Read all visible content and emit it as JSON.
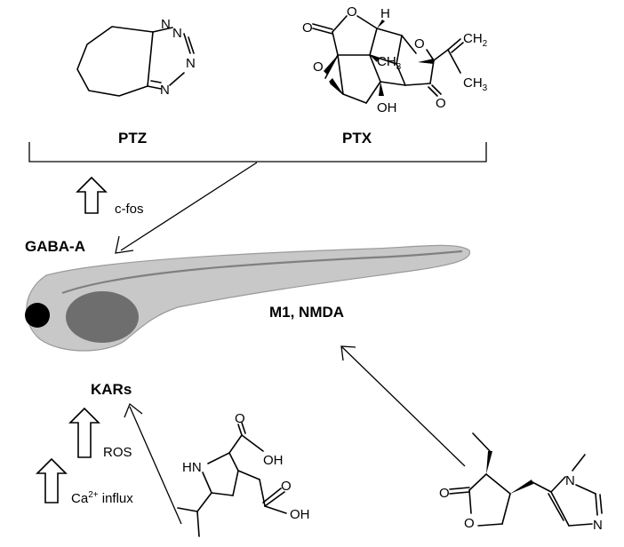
{
  "labels": {
    "ptz": "PTZ",
    "ptx": "PTX",
    "gaba_a": "GABA-A",
    "c_fos": "c-fos",
    "m1_nmda": "M1, NMDA",
    "kars": "KARs",
    "ros": "ROS",
    "ca_base": "Ca",
    "ca_sup": "2+",
    "ca_rest": " influx"
  },
  "atoms": {
    "N": "N",
    "O": "O",
    "H": "H",
    "NH": "HN",
    "OH": "OH",
    "CH3": "CH",
    "sub3": "3",
    "CH2": "CH",
    "sub2": "2"
  },
  "colors": {
    "fish_body": "#c8c8c8",
    "fish_outline": "#9a9a9a",
    "fish_lateral_line": "#808080",
    "fish_yolk": "#6e6e6e",
    "fish_eye": "#000000"
  }
}
